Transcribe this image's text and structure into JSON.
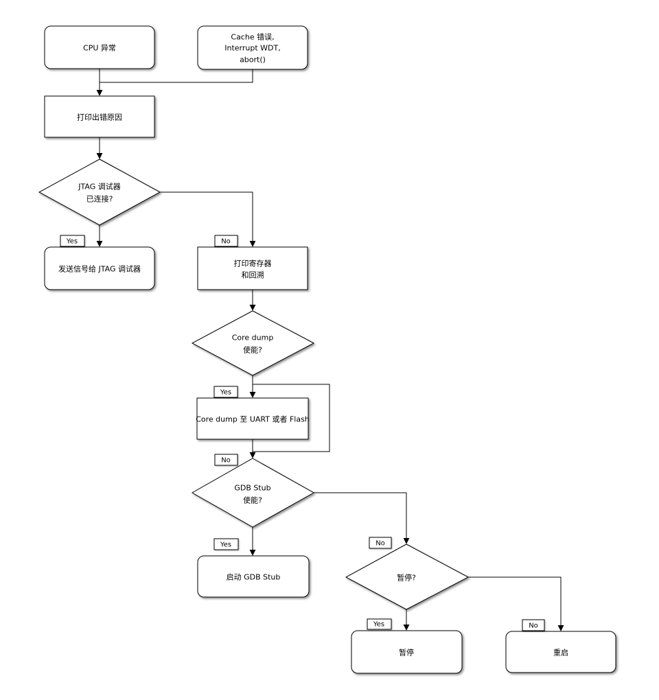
{
  "diagram": {
    "background_color": "#ffffff",
    "stroke_color": "#000000",
    "node_fill_color": "#ffffff",
    "text_color": "#000000",
    "nodes": {
      "cpu_exception": {
        "shape": "rounded",
        "label": "CPU 异常"
      },
      "cache_error": {
        "shape": "rounded",
        "lines": [
          "Cache 错误,",
          "Interrupt WDT,",
          "abort()"
        ]
      },
      "print_error_reason": {
        "shape": "rect",
        "label": "打印出错原因"
      },
      "jtag_debugger_connected": {
        "shape": "diamond",
        "lines": [
          "JTAG 调试器",
          "已连接?"
        ]
      },
      "send_signal_to_jtag": {
        "shape": "rounded",
        "label": "发送信号给 JTAG 调试器"
      },
      "print_registers_backtrace": {
        "shape": "rect",
        "lines": [
          "打印寄存器",
          "和回溯"
        ]
      },
      "core_dump_enabled": {
        "shape": "diamond",
        "lines": [
          "Core dump",
          "使能?"
        ]
      },
      "core_dump_to_uart_flash": {
        "shape": "rect",
        "label": "Core dump 至 UART 或者 Flash"
      },
      "gdb_stub_enabled": {
        "shape": "diamond",
        "lines": [
          "GDB Stub",
          "使能?"
        ]
      },
      "start_gdb_stub": {
        "shape": "rounded",
        "label": "启动 GDB Stub"
      },
      "halt_question": {
        "shape": "diamond",
        "label": "暂停?"
      },
      "halt": {
        "shape": "rounded",
        "label": "暂停"
      },
      "reboot": {
        "shape": "rounded",
        "label": "重启"
      }
    },
    "edge_labels": {
      "yes": "Yes",
      "no": "No"
    }
  }
}
